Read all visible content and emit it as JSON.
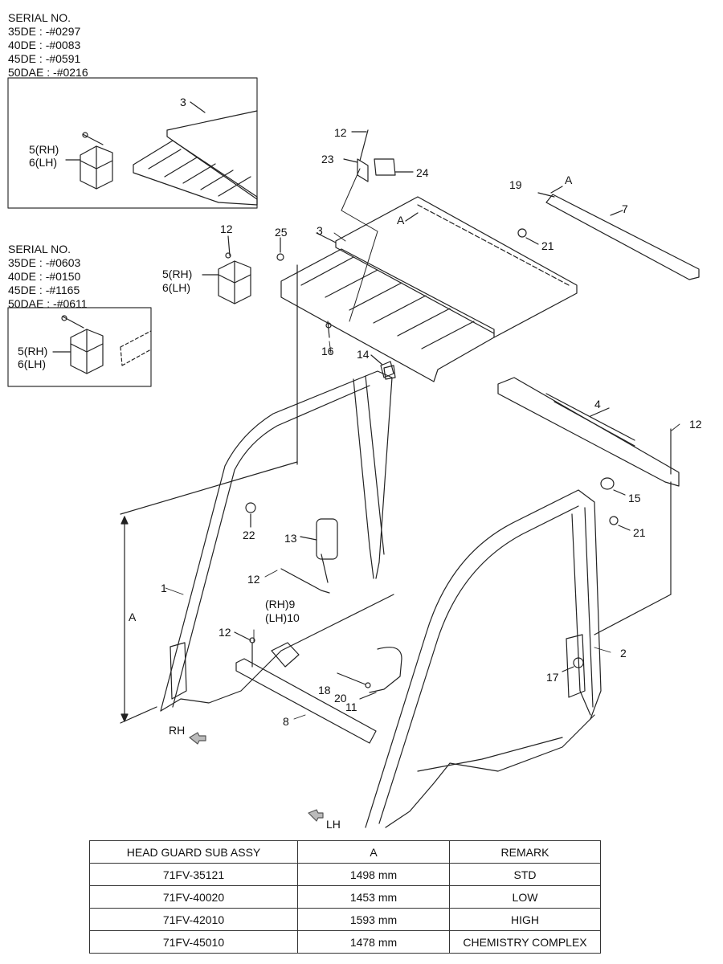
{
  "serial_block_1": {
    "title": "SERIAL NO.",
    "lines": [
      "35DE : -#0297",
      "40DE : -#0083",
      "45DE : -#0591",
      "50DAE : -#0216"
    ]
  },
  "serial_block_2": {
    "title": "SERIAL NO.",
    "lines": [
      "35DE : -#0603",
      "40DE : -#0150",
      "45DE : -#1165",
      "50DAE : -#0611"
    ]
  },
  "callouts": {
    "p1": "1",
    "p2": "2",
    "p3": "3",
    "p4": "4",
    "p5rh": "5(RH)",
    "p6lh": "6(LH)",
    "p7": "7",
    "p8": "8",
    "p9": "(RH)9",
    "p10": "(LH)10",
    "p11": "11",
    "p12": "12",
    "p13": "13",
    "p14": "14",
    "p15": "15",
    "p16": "16",
    "p17": "17",
    "p18": "18",
    "p19": "19",
    "p20": "20",
    "p21": "21",
    "p22": "22",
    "p23": "23",
    "p24": "24",
    "p25": "25",
    "dimA": "A",
    "refA": "A"
  },
  "direction": {
    "rh": "RH",
    "lh": "LH"
  },
  "table": {
    "headers": [
      "HEAD GUARD SUB ASSY",
      "A",
      "REMARK"
    ],
    "rows": [
      [
        "71FV-35121",
        "1498 mm",
        "STD"
      ],
      [
        "71FV-40020",
        "1453 mm",
        "LOW"
      ],
      [
        "71FV-42010",
        "1593 mm",
        "HIGH"
      ],
      [
        "71FV-45010",
        "1478 mm",
        "CHEMISTRY COMPLEX"
      ]
    ]
  }
}
